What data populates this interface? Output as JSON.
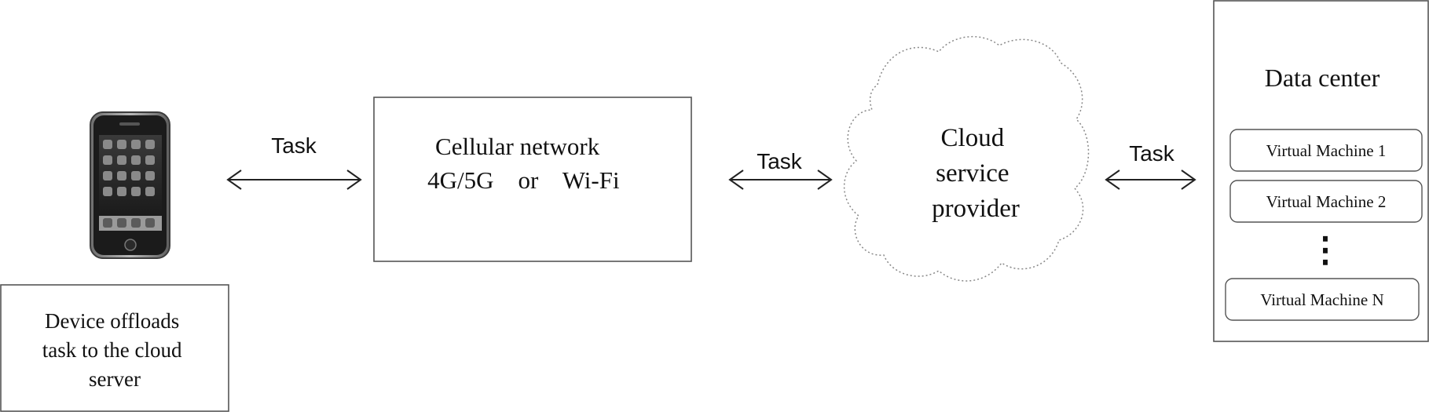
{
  "device": {
    "icon": "smartphone-icon",
    "caption_lines": [
      "Device offloads",
      "task to the cloud",
      "server"
    ]
  },
  "network": {
    "lines": [
      "Cellular network",
      "4G/5G    or    Wi-Fi"
    ]
  },
  "cloud": {
    "lines": [
      "Cloud",
      "service",
      "provider"
    ]
  },
  "data_center": {
    "title": "Data center",
    "vms": [
      "Virtual Machine 1",
      "Virtual Machine 2",
      "Virtual Machine N"
    ],
    "ellipsis": "⋮"
  },
  "arrows": [
    {
      "label": "Task"
    },
    {
      "label": "Task"
    },
    {
      "label": "Task"
    }
  ]
}
